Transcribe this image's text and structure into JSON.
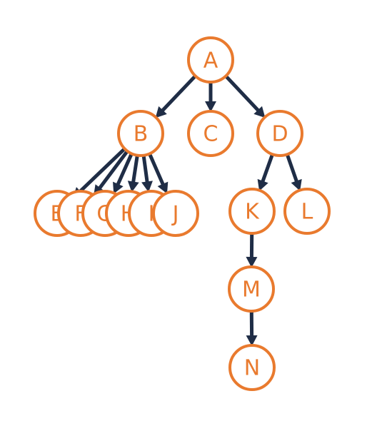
{
  "colors": {
    "node_stroke": "#e97a2e",
    "node_fill": "#ffffff",
    "label": "#e97a2e",
    "edge": "#1f2d46",
    "background": "#ffffff"
  },
  "nodes": [
    {
      "id": "A",
      "label": "A"
    },
    {
      "id": "B",
      "label": "B"
    },
    {
      "id": "C",
      "label": "C"
    },
    {
      "id": "D",
      "label": "D"
    },
    {
      "id": "E",
      "label": "E"
    },
    {
      "id": "F",
      "label": "F"
    },
    {
      "id": "G",
      "label": "G"
    },
    {
      "id": "H",
      "label": "H"
    },
    {
      "id": "I",
      "label": "I"
    },
    {
      "id": "J",
      "label": "J"
    },
    {
      "id": "K",
      "label": "K"
    },
    {
      "id": "L",
      "label": "L"
    },
    {
      "id": "M",
      "label": "M"
    },
    {
      "id": "N",
      "label": "N"
    }
  ],
  "edges": [
    {
      "from": "A",
      "to": "B"
    },
    {
      "from": "A",
      "to": "C"
    },
    {
      "from": "A",
      "to": "D"
    },
    {
      "from": "B",
      "to": "E"
    },
    {
      "from": "B",
      "to": "F"
    },
    {
      "from": "B",
      "to": "G"
    },
    {
      "from": "B",
      "to": "H"
    },
    {
      "from": "B",
      "to": "I"
    },
    {
      "from": "B",
      "to": "J"
    },
    {
      "from": "D",
      "to": "K"
    },
    {
      "from": "D",
      "to": "L"
    },
    {
      "from": "K",
      "to": "M"
    },
    {
      "from": "M",
      "to": "N"
    }
  ]
}
